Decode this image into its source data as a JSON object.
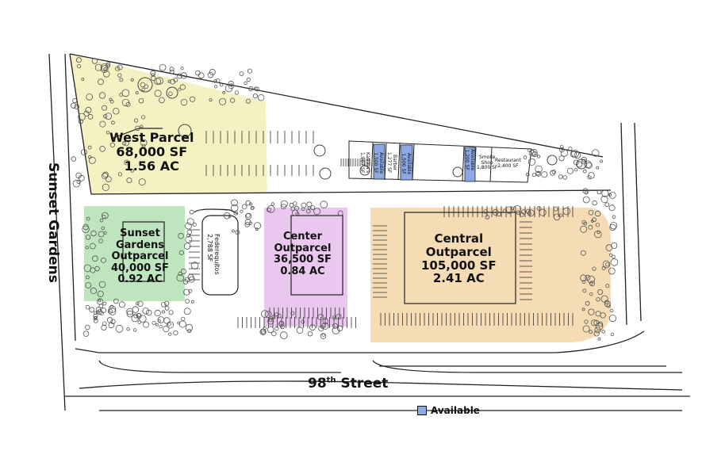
{
  "colors": {
    "west": "#f4f2c2",
    "sunset": "#bfe5bf",
    "center": "#e9c7ee",
    "central": "#f6dcb4",
    "available": "#8ea8e4",
    "line": "#222222",
    "tree": "#5a5a5a"
  },
  "parcels": {
    "west": {
      "name": "West Parcel",
      "sf": "68,000 SF",
      "ac": "1.56 AC"
    },
    "sunset": {
      "line1": "Sunset",
      "line2": "Gardens",
      "line3": "Outparcel",
      "sf": "40,000 SF",
      "ac": "0.92 AC"
    },
    "center": {
      "line1": "Center",
      "line2": "Outparcel",
      "sf": "36,500 SF",
      "ac": "0.84 AC"
    },
    "central": {
      "line1": "Central",
      "line2": "Outparcel",
      "sf": "105,000 SF",
      "ac": "2.41 AC"
    }
  },
  "streets": {
    "sunset_gardens": "Sunset Gardens",
    "street_98_num": "98",
    "street_98_sup": "th",
    "street_98_word": " Street"
  },
  "tenants": {
    "federequitos": "Federequitos",
    "federequitos_sf": "2,788 SF",
    "katrinas": "Katrina's",
    "katrinas_sf": "1,907 SF",
    "unit2": "Available",
    "unit2_sf": "1,500 SF",
    "barber": "Barber",
    "barber_sf": "1,277 SF",
    "unit4": "Available",
    "unit4_sf": "1,500 SF",
    "unit5": "Available",
    "unit5_sf": "1,200 SF",
    "smoke": "Smoke",
    "smoke2": "Shop",
    "smoke_sf": "1,800 SF",
    "restaurant": "Restaurant",
    "restaurant_sf": "2,400 SF"
  },
  "legend": {
    "label": "Available"
  }
}
